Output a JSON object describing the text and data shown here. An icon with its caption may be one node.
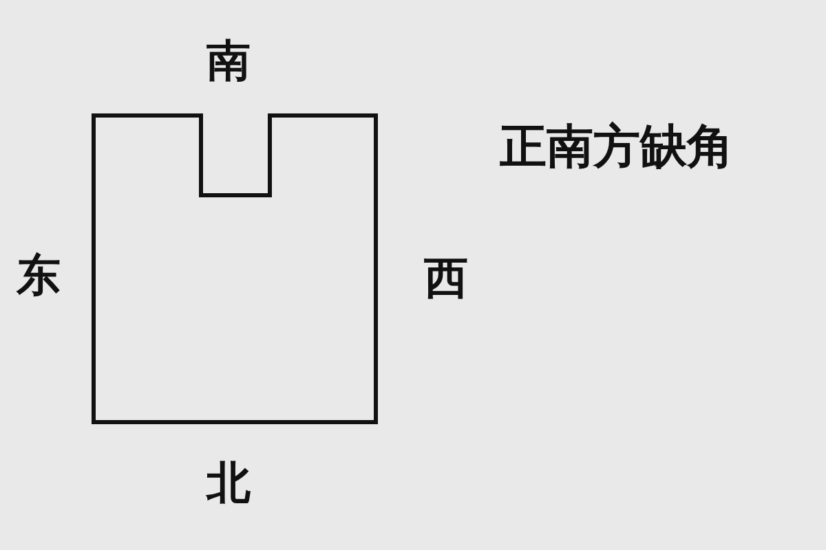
{
  "diagram": {
    "nodes": [
      {
        "text": [],
        "shape": "box"
      }
    ],
    "labels": [
      "南",
      "正南方缺角",
      "东",
      "西",
      "北"
    ]
  }
}
